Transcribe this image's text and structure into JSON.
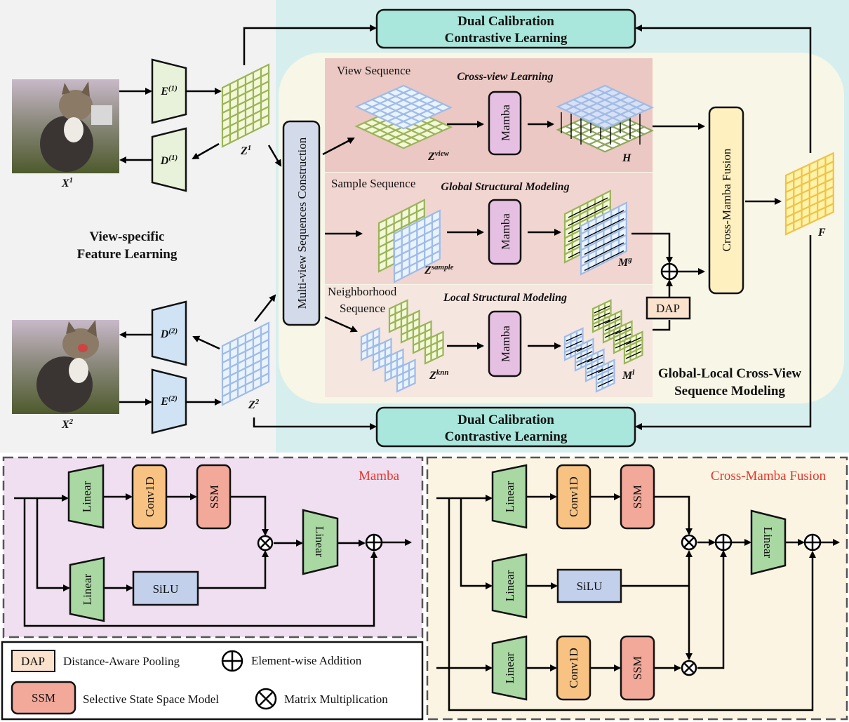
{
  "colors": {
    "left_bg": "#f2f2f2",
    "right_bg": "#d6efee",
    "cream": "#f8f6e6",
    "row1": "#ebc8c3",
    "row2": "#f1d5d0",
    "row3": "#f5e6df",
    "dccl": "#a9e6dc",
    "mamba": "#e6c0e2",
    "mvsc": "#d3daea",
    "fusion": "#fff1bf",
    "linear": "#a9d8a3",
    "conv": "#f7c282",
    "ssm": "#f2a99a",
    "silu": "#c3d0ec",
    "dap": "#fae2cc",
    "encoder1": "#e8f2da",
    "encoder2": "#cfe3f5",
    "mamba_panel": "#efdff0",
    "fusion_panel": "#fbf4e2",
    "accent_red": "#e8332a"
  },
  "dccl": {
    "line1": "Dual Calibration",
    "line2": "Contrastive Learning"
  },
  "view_specific": {
    "line1": "View-specific",
    "line2": "Feature Learning"
  },
  "global_local": {
    "line1": "Global-Local Cross-View",
    "line2": "Sequence Modeling"
  },
  "inputs": {
    "x1": {
      "base": "X",
      "sup": "1"
    },
    "x2": {
      "base": "X",
      "sup": "2"
    }
  },
  "encoders": {
    "e1": {
      "base": "E",
      "sup": "(1)"
    },
    "d1": {
      "base": "D",
      "sup": "(1)"
    },
    "e2": {
      "base": "E",
      "sup": "(2)"
    },
    "d2": {
      "base": "D",
      "sup": "(2)"
    }
  },
  "features": {
    "z1": {
      "base": "Z",
      "sup": "1"
    },
    "z2": {
      "base": "Z",
      "sup": "2"
    },
    "f": "F"
  },
  "mvsc_label": "Multi-view Sequences Construction",
  "fusion_label": "Cross-Mamba Fusion",
  "mamba_label": "Mamba",
  "dap_label": "DAP",
  "rows": [
    {
      "seq": [
        "View Sequence"
      ],
      "title": "Cross-view Learning",
      "input": {
        "base": "Z",
        "sup": "view"
      },
      "output": {
        "base": "H",
        "sup": ""
      }
    },
    {
      "seq": [
        "Sample Sequence"
      ],
      "title": "Global Structural Modeling",
      "input": {
        "base": "Z",
        "sup": "sample"
      },
      "output": {
        "base": "M",
        "sup": "g"
      }
    },
    {
      "seq": [
        "Neighborhood",
        "Sequence"
      ],
      "title": "Local Structural Modeling",
      "input": {
        "base": "Z",
        "sup": "knn"
      },
      "output": {
        "base": "M",
        "sup": "l"
      }
    }
  ],
  "mamba_block": {
    "title": "Mamba",
    "linear": "Linear",
    "conv": "Conv1D",
    "ssm": "SSM",
    "silu": "SiLU"
  },
  "fusion_block": {
    "title": "Cross-Mamba Fusion",
    "linear": "Linear",
    "conv": "Conv1D",
    "ssm": "SSM",
    "silu": "SiLU"
  },
  "legend": {
    "dap_abbr": "DAP",
    "dap_text": "Distance-Aware Pooling",
    "ssm_abbr": "SSM",
    "ssm_text": "Selective State Space Model",
    "add_text": "Element-wise Addition",
    "mul_text": "Matrix Multiplication",
    "add_icon": "circled-plus",
    "mul_icon": "circled-times"
  }
}
